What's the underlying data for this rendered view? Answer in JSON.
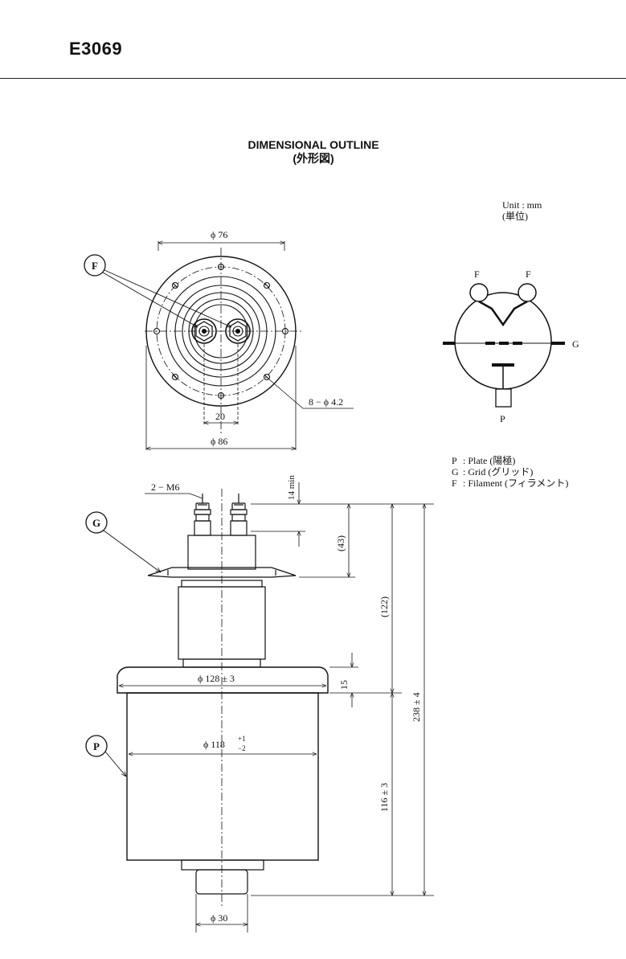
{
  "header": {
    "model": "E3069"
  },
  "title": {
    "line1": "DIMENSIONAL OUTLINE",
    "line2": "(外形図)"
  },
  "unit": {
    "line1": "Unit : mm",
    "line2": "(単位)"
  },
  "legend": [
    {
      "key": "P",
      "text": ": Plate (陽極)"
    },
    {
      "key": "G",
      "text": ": Grid (グリッド)"
    },
    {
      "key": "F",
      "text": ": Filament (フィラメント)"
    }
  ],
  "symbol": {
    "f_left": "F",
    "f_right": "F",
    "g": "G",
    "p": "P"
  },
  "top_view": {
    "callout": "F",
    "dim_outer_ring": "ϕ 76",
    "dim_flange": "ϕ 86",
    "dim_spacing": "20",
    "dim_holes": "8 − ϕ 4.2"
  },
  "side_view": {
    "callout_g": "G",
    "callout_p": "P",
    "dim_terminals": "2 − M6",
    "dim_14min": "14 min",
    "dim_43": "(43)",
    "dim_122": "(122)",
    "dim_238": "238 ± 4",
    "dim_15": "15",
    "dim_116": "116 ± 3",
    "dim_128": "ϕ 128 ± 3",
    "dim_118": "ϕ 118",
    "dim_118_tol_upper": "+1",
    "dim_118_tol_lower": "−2",
    "dim_30": "ϕ 30"
  }
}
